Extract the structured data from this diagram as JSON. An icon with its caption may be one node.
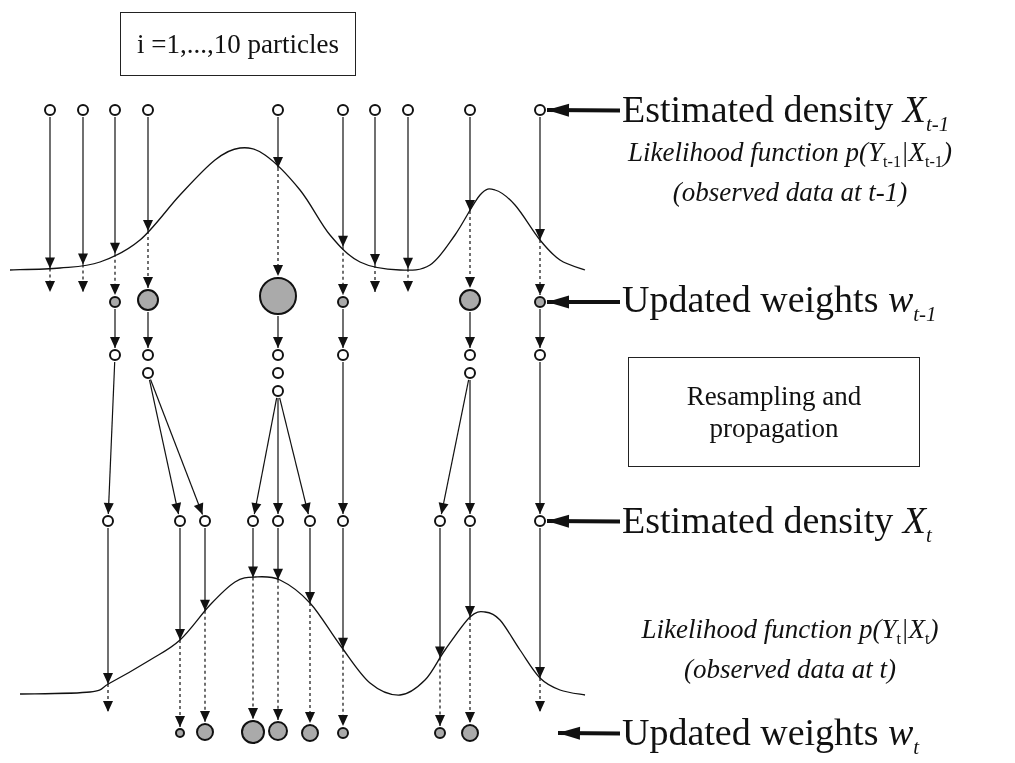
{
  "diagram": {
    "nodes": [
      {
        "text": [
          "i =1,...,10 particles"
        ]
      },
      {
        "text": [],
        "shape": "circle"
      },
      {
        "text": [],
        "shape": "circle"
      },
      {
        "text": [],
        "shape": "circle"
      },
      {
        "text": [],
        "shape": "circle"
      },
      {
        "text": [],
        "shape": "circle"
      },
      {
        "text": [],
        "shape": "circle"
      },
      {
        "text": [],
        "shape": "circle"
      },
      {
        "text": [],
        "shape": "circle"
      },
      {
        "text": [],
        "shape": "circle"
      },
      {
        "text": [],
        "shape": "circle"
      },
      {
        "text": [
          "Estimated density *X*$_{t-1}$"
        ]
      },
      {
        "text": [],
        "shape": "circle"
      },
      {
        "text": [],
        "shape": "circle"
      },
      {
        "text": [],
        "shape": "circle"
      },
      {
        "text": [],
        "shape": "circle"
      },
      {
        "text": [],
        "shape": "circle"
      },
      {
        "text": [],
        "shape": "circle"
      },
      {
        "text": [
          "Updated weights *w*$_{t-1}$"
        ]
      },
      {
        "text": [],
        "shape": "circle"
      },
      {
        "text": [],
        "shape": "circle"
      },
      {
        "text": [],
        "shape": "circle"
      },
      {
        "text": [],
        "shape": "circle"
      },
      {
        "text": [],
        "shape": "circle"
      },
      {
        "text": [],
        "shape": "circle"
      },
      {
        "text": [],
        "shape": "circle"
      },
      {
        "text": [],
        "shape": "circle"
      },
      {
        "text": [],
        "shape": "circle"
      },
      {
        "text": [],
        "shape": "circle"
      },
      {
        "text": [
          "Resampling and propagation"
        ]
      },
      {
        "text": [],
        "shape": "circle"
      },
      {
        "text": [],
        "shape": "circle"
      },
      {
        "text": [],
        "shape": "circle"
      },
      {
        "text": [],
        "shape": "circle"
      },
      {
        "text": [],
        "shape": "circle"
      },
      {
        "text": [],
        "shape": "circle"
      },
      {
        "text": [],
        "shape": "circle"
      },
      {
        "text": [],
        "shape": "circle"
      },
      {
        "text": [],
        "shape": "circle"
      },
      {
        "text": [],
        "shape": "circle"
      },
      {
        "text": [
          "Estimated density *X*$_{t}$"
        ]
      },
      {
        "text": [],
        "shape": "circle"
      },
      {
        "text": [],
        "shape": "circle"
      },
      {
        "text": [],
        "shape": "circle"
      },
      {
        "text": [],
        "shape": "circle"
      },
      {
        "text": [],
        "shape": "circle"
      },
      {
        "text": [],
        "shape": "circle"
      },
      {
        "text": [],
        "shape": "circle"
      },
      {
        "text": [],
        "shape": "circle"
      },
      {
        "text": [
          "Updated weights *w*$_{t}$"
        ]
      },
      {
        "text": [],
        "shape": "curve"
      },
      {
        "text": [],
        "shape": "curve"
      }
    ],
    "edges": [
      {
        "from": 1,
        "to": 50,
        "arrow": "to"
      },
      {
        "from": 50,
        "to": null,
        "arrow": "to",
        "style": "dashed"
      },
      {
        "from": 2,
        "to": 50,
        "arrow": "to"
      },
      {
        "from": 50,
        "to": null,
        "arrow": "to",
        "style": "dashed"
      },
      {
        "from": 3,
        "to": 50,
        "arrow": "to"
      },
      {
        "from": 50,
        "to": 12,
        "arrow": "to",
        "style": "dashed"
      },
      {
        "from": 4,
        "to": 50,
        "arrow": "to"
      },
      {
        "from": 50,
        "to": 13,
        "arrow": "to",
        "style": "dashed"
      },
      {
        "from": 5,
        "to": 50,
        "arrow": "to"
      },
      {
        "from": 50,
        "to": 14,
        "arrow": "to",
        "style": "dashed"
      },
      {
        "from": 6,
        "to": 50,
        "arrow": "to"
      },
      {
        "from": 50,
        "to": 15,
        "arrow": "to",
        "style": "dashed"
      },
      {
        "from": 7,
        "to": 50,
        "arrow": "to"
      },
      {
        "from": 50,
        "to": null,
        "arrow": "to",
        "style": "dashed"
      },
      {
        "from": 8,
        "to": 50,
        "arrow": "to"
      },
      {
        "from": 50,
        "to": null,
        "arrow": "to",
        "style": "dashed"
      },
      {
        "from": 9,
        "to": 50,
        "arrow": "to"
      },
      {
        "from": 50,
        "to": 16,
        "arrow": "to",
        "style": "dashed"
      },
      {
        "from": 10,
        "to": 50,
        "arrow": "to"
      },
      {
        "from": 50,
        "to": 17,
        "arrow": "to",
        "style": "dashed"
      },
      {
        "from": 11,
        "to": 10,
        "arrow": "to",
        "style": "thick"
      },
      {
        "from": 12,
        "to": 19,
        "arrow": "to"
      },
      {
        "from": 13,
        "to": 20,
        "arrow": "to"
      },
      {
        "from": 14,
        "to": 22,
        "arrow": "to"
      },
      {
        "from": 15,
        "to": 25,
        "arrow": "to"
      },
      {
        "from": 16,
        "to": 26,
        "arrow": "to"
      },
      {
        "from": 17,
        "to": 28,
        "arrow": "to"
      },
      {
        "from": 18,
        "to": 17,
        "arrow": "to",
        "style": "thick"
      },
      {
        "from": 19,
        "to": 30,
        "arrow": "to"
      },
      {
        "from": 21,
        "to": 31,
        "arrow": "to"
      },
      {
        "from": 21,
        "to": 32,
        "arrow": "to"
      },
      {
        "from": 24,
        "to": 33,
        "arrow": "to"
      },
      {
        "from": 24,
        "to": 34,
        "arrow": "to"
      },
      {
        "from": 24,
        "to": 35,
        "arrow": "to"
      },
      {
        "from": 25,
        "to": 36,
        "arrow": "to"
      },
      {
        "from": 27,
        "to": 37,
        "arrow": "to"
      },
      {
        "from": 27,
        "to": 38,
        "arrow": "to"
      },
      {
        "from": 28,
        "to": 39,
        "arrow": "to"
      },
      {
        "from": 40,
        "to": 39,
        "arrow": "to",
        "style": "thick"
      },
      {
        "from": 30,
        "to": 51,
        "arrow": "to"
      },
      {
        "from": 51,
        "to": null,
        "arrow": "to",
        "style": "dashed"
      },
      {
        "from": 31,
        "to": 51,
        "arrow": "to"
      },
      {
        "from": 51,
        "to": 41,
        "arrow": "to",
        "style": "dashed"
      },
      {
        "from": 32,
        "to": 51,
        "arrow": "to"
      },
      {
        "from": 51,
        "to": 42,
        "arrow": "to",
        "style": "dashed"
      },
      {
        "from": 33,
        "to": 51,
        "arrow": "to"
      },
      {
        "from": 51,
        "to": 43,
        "arrow": "to",
        "style": "dashed"
      },
      {
        "from": 34,
        "to": 51,
        "arrow": "to"
      },
      {
        "from": 51,
        "to": 44,
        "arrow": "to",
        "style": "dashed"
      },
      {
        "from": 35,
        "to": 51,
        "arrow": "to"
      },
      {
        "from": 51,
        "to": 45,
        "arrow": "to",
        "style": "dashed"
      },
      {
        "from": 36,
        "to": 51,
        "arrow": "to"
      },
      {
        "from": 51,
        "to": 46,
        "arrow": "to",
        "style": "dashed"
      },
      {
        "from": 37,
        "to": 51,
        "arrow": "to"
      },
      {
        "from": 51,
        "to": 47,
        "arrow": "to",
        "style": "dashed"
      },
      {
        "from": 38,
        "to": 51,
        "arrow": "to"
      },
      {
        "from": 51,
        "to": 48,
        "arrow": "to",
        "style": "dashed"
      },
      {
        "from": 39,
        "to": 51,
        "arrow": "to"
      },
      {
        "from": 51,
        "to": null,
        "arrow": "to",
        "style": "dashed"
      },
      {
        "from": 49,
        "to": null,
        "arrow": "to",
        "style": "thick"
      }
    ],
    "labels": [
      "Likelihood function p(Y$_{t-1}$|X$_{t-1}$)",
      "(observed data at t-1)",
      "Likelihood function p(Y$_{t}$|X$_{t}$)",
      "(observed data at t)"
    ]
  }
}
